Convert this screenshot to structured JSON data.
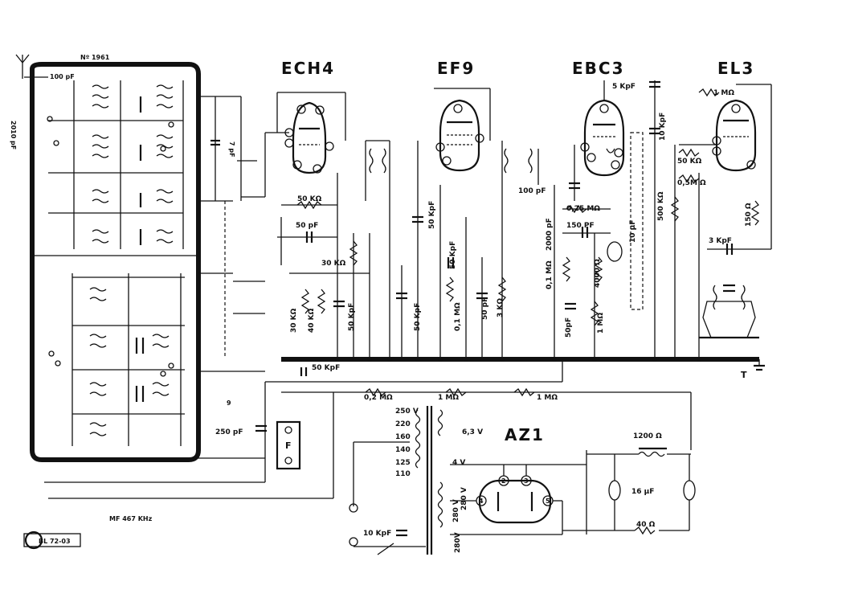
{
  "tubes": {
    "ech4": "ECH4",
    "ef9": "EF9",
    "ebc3": "EBC3",
    "el3": "EL3",
    "az1": "AZ1"
  },
  "header": {
    "model_number": "Nº 1961",
    "footer_code": "BL 72-03",
    "if_frequency": "MF 467 KHz",
    "ground_label": "T",
    "side_label": "2010 pF",
    "section_mark": "9"
  },
  "components": {
    "c_100pf_top": "100 pF",
    "c_7pf": "7 pF",
    "r_50k_1": "50 KΩ",
    "c_50pf_1": "50 pF",
    "r_30k_1": "30 KΩ",
    "r_30k_2": "30 KΩ",
    "r_40k": "40 KΩ",
    "c_50kpf_1": "50 KpF",
    "c_50kpf_2": "50 KpF",
    "c_50kpf_3": "50 KpF",
    "c_50kpf_ef9": "50 KpF",
    "r_01m_1": "0,1 MΩ",
    "c_50pf_2": "50 pF",
    "r_3k": "3 KΩ",
    "c_100pf_2": "100 pF",
    "r_025m": "0,25 MΩ",
    "c_150pf": "150 PF",
    "c_2000pf": "2000 pF",
    "r_01m_2": "0,1 MΩ",
    "r_4000": "4000 Ω",
    "c_10uf": "10 μF",
    "c_50pf_3": "50pF",
    "r_1m_pot": "1 MΩ",
    "c_5kpf": "5 KpF",
    "c_10kpf": "10 KpF",
    "r_1m_el3": "1 MΩ",
    "r_50k_el3": "50 KΩ",
    "r_05m": "0,5M Ω",
    "r_500k": "500 KΩ",
    "r_150": "150 Ω",
    "c_3kpf": "3 KpF",
    "c_50kpf_bus": "50 KpF",
    "r_02m": "0,2 MΩ",
    "r_1m_bus1": "1 MΩ",
    "r_1m_bus2": "1 MΩ",
    "c_250pf": "250 pF",
    "fuse": "F",
    "choke": "1200 Ω",
    "c_16uf": "16 μF",
    "r_40": "40 Ω",
    "c_10kpf_mains": "10 KpF"
  },
  "transformer": {
    "taps": [
      "250 V",
      "220",
      "160",
      "140",
      "125",
      "110"
    ],
    "v63": "6,3 V",
    "v4": "4 V",
    "hv1": "280 V",
    "hv2": "280 V",
    "hv3": "280V"
  },
  "pins": {
    "az1": [
      "2",
      "3",
      "5",
      "4"
    ]
  }
}
